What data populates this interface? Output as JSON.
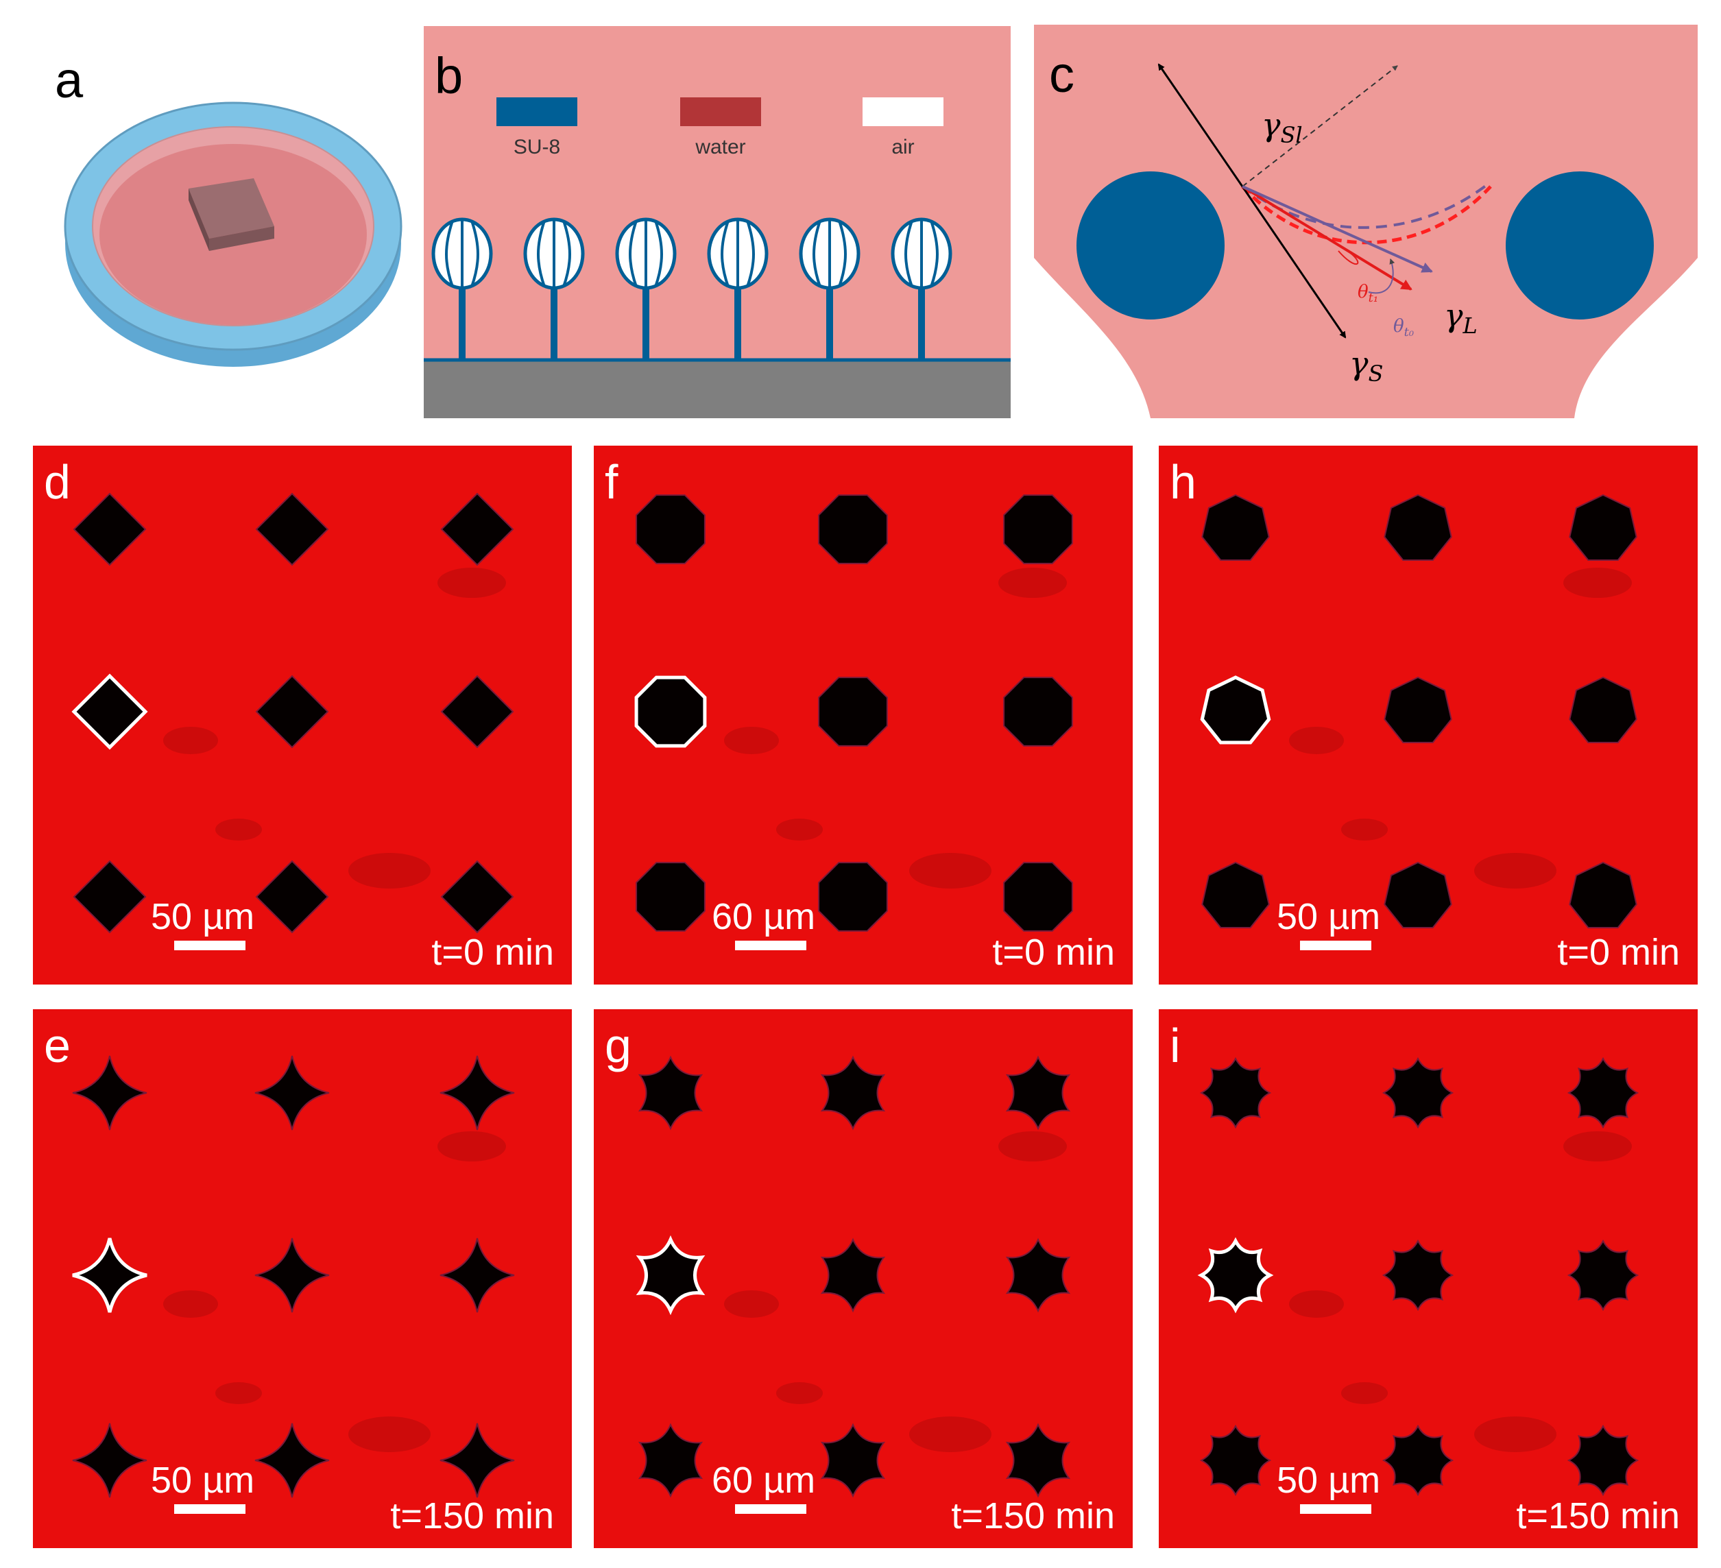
{
  "figure": {
    "panel_labels": [
      "a",
      "b",
      "c"
    ],
    "panel_b": {
      "legend": [
        {
          "label": "SU-8",
          "color": "#005f96"
        },
        {
          "label": "water",
          "color": "#b23537"
        },
        {
          "label": "air",
          "color": "#ffffff"
        }
      ]
    },
    "panel_c": {
      "gamma_sl": "γ",
      "gamma_sl_sub": "Sl",
      "gamma_l": "γ",
      "gamma_l_sub": "L",
      "gamma_s": "γ",
      "gamma_s_sub": "S",
      "theta_t1": "θ",
      "theta_t1_sub": "t₁",
      "theta_t0": "θ",
      "theta_t0_sub": "t₀"
    },
    "micrographs": [
      {
        "label": "d",
        "scale": "50 µm",
        "time": "t=0 min"
      },
      {
        "label": "f",
        "scale": "60 µm",
        "time": "t=0 min"
      },
      {
        "label": "h",
        "scale": "50 µm",
        "time": "t=0 min"
      },
      {
        "label": "e",
        "scale": "50 µm",
        "time": "t=150 min"
      },
      {
        "label": "g",
        "scale": "60 µm",
        "time": "t=150 min"
      },
      {
        "label": "i",
        "scale": "50 µm",
        "time": "t=150 min"
      }
    ],
    "colors": {
      "su8": "#005f96",
      "water_bg": "#ee9a98",
      "substrate": "#7f7f7f",
      "micrograph_red": "#e80d0d",
      "vector_red": "#e41b1b",
      "vector_purple": "#6f5a9a"
    }
  }
}
